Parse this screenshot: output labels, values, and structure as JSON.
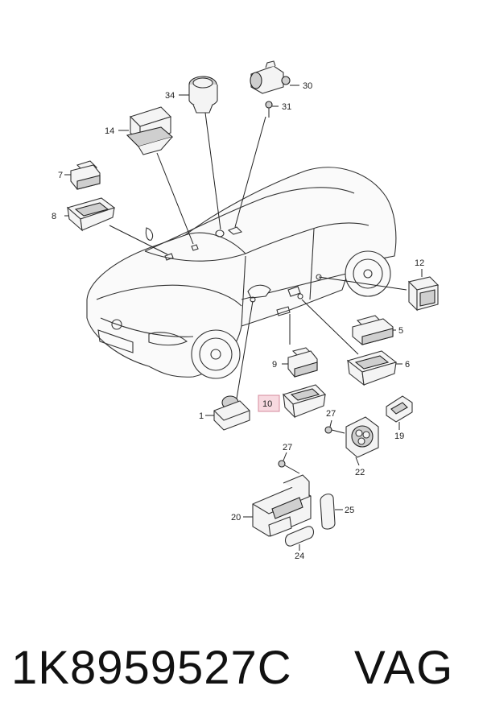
{
  "footer": {
    "part_number": "1K8959527C",
    "brand": "VAG"
  },
  "callouts": {
    "c1": "1",
    "c5": "5",
    "c6": "6",
    "c7": "7",
    "c8": "8",
    "c9": "9",
    "c10": "10",
    "c12": "12",
    "c14": "14",
    "c19": "19",
    "c20": "20",
    "c22": "22",
    "c24": "24",
    "c25": "25",
    "c27a": "27",
    "c27b": "27",
    "c30": "30",
    "c31": "31",
    "c34": "34"
  },
  "colors": {
    "line": "#222222",
    "highlight_fill": "#f7d9e0",
    "highlight_stroke": "#d48a9c"
  }
}
